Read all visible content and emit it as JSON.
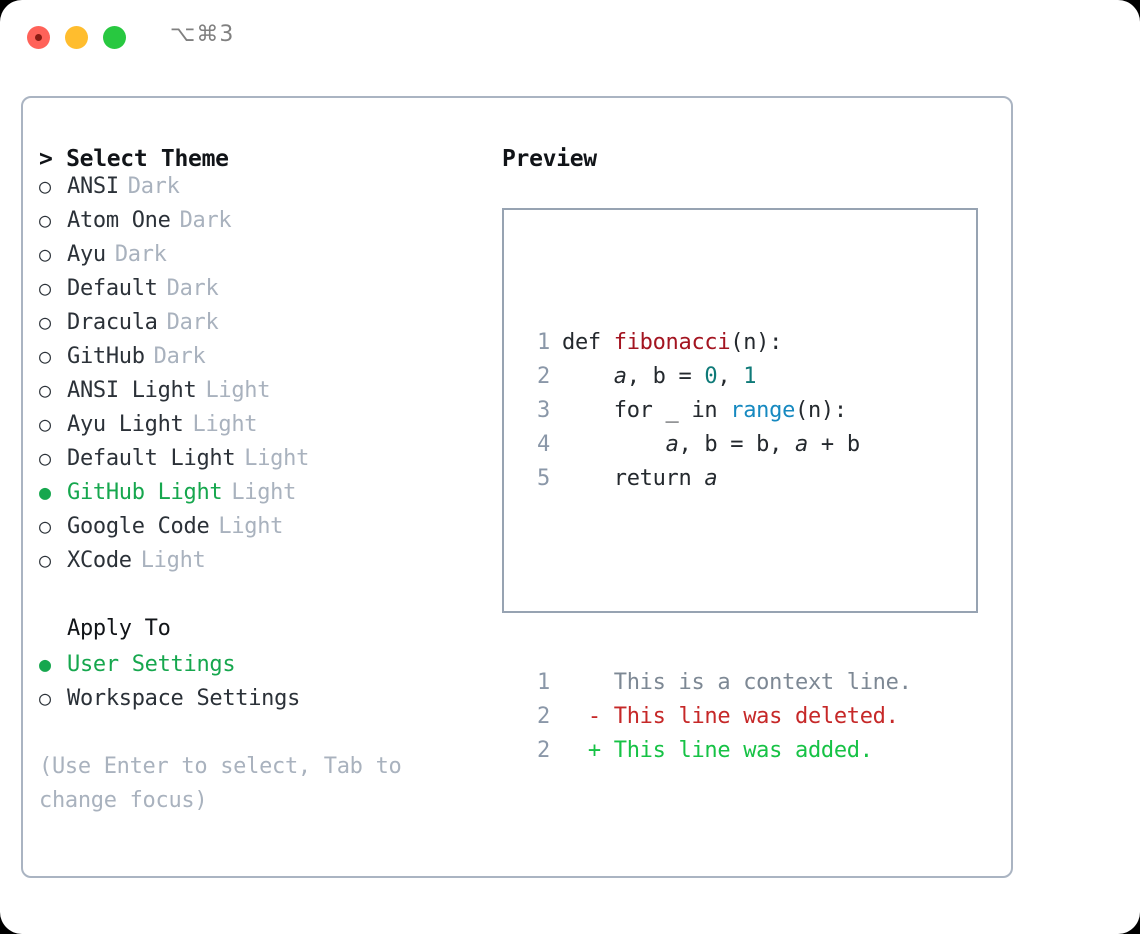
{
  "titlebar": {
    "shortcut": "⌥⌘3",
    "lights": [
      "close-red",
      "minimize-yellow",
      "zoom-green"
    ]
  },
  "left": {
    "header": "> Select Theme",
    "themes": [
      {
        "bullet": "○",
        "selected": false,
        "label": "ANSI",
        "tag": "Dark"
      },
      {
        "bullet": "○",
        "selected": false,
        "label": "Atom One",
        "tag": "Dark"
      },
      {
        "bullet": "○",
        "selected": false,
        "label": "Ayu",
        "tag": "Dark"
      },
      {
        "bullet": "○",
        "selected": false,
        "label": "Default",
        "tag": "Dark"
      },
      {
        "bullet": "○",
        "selected": false,
        "label": "Dracula",
        "tag": "Dark"
      },
      {
        "bullet": "○",
        "selected": false,
        "label": "GitHub",
        "tag": "Dark"
      },
      {
        "bullet": "○",
        "selected": false,
        "label": "ANSI Light",
        "tag": "Light"
      },
      {
        "bullet": "○",
        "selected": false,
        "label": "Ayu Light",
        "tag": "Light"
      },
      {
        "bullet": "○",
        "selected": false,
        "label": "Default Light",
        "tag": "Light"
      },
      {
        "bullet": "●",
        "selected": true,
        "label": "GitHub Light",
        "tag": "Light"
      },
      {
        "bullet": "○",
        "selected": false,
        "label": "Google Code",
        "tag": "Light"
      },
      {
        "bullet": "○",
        "selected": false,
        "label": "XCode",
        "tag": "Light"
      }
    ],
    "apply_to_header": "Apply To",
    "apply_to": [
      {
        "bullet": "●",
        "selected": true,
        "label": "User Settings"
      },
      {
        "bullet": "○",
        "selected": false,
        "label": "Workspace Settings"
      }
    ],
    "hint": "(Use Enter to select, Tab to change focus)"
  },
  "right": {
    "header": "Preview",
    "code_lines": [
      {
        "no": "1",
        "parts": [
          {
            "t": "def ",
            "c": "plain"
          },
          {
            "t": "fibonacci",
            "c": "fn"
          },
          {
            "t": "(n):",
            "c": "plain"
          }
        ]
      },
      {
        "no": "2",
        "parts": [
          {
            "t": "    ",
            "c": "plain"
          },
          {
            "t": "a",
            "c": "ital"
          },
          {
            "t": ", b = ",
            "c": "plain"
          },
          {
            "t": "0",
            "c": "num"
          },
          {
            "t": ", ",
            "c": "plain"
          },
          {
            "t": "1",
            "c": "num"
          }
        ]
      },
      {
        "no": "3",
        "parts": [
          {
            "t": "    for _ in ",
            "c": "plain"
          },
          {
            "t": "range",
            "c": "call"
          },
          {
            "t": "(n):",
            "c": "plain"
          }
        ]
      },
      {
        "no": "4",
        "parts": [
          {
            "t": "        ",
            "c": "plain"
          },
          {
            "t": "a",
            "c": "ital"
          },
          {
            "t": ", b = b, ",
            "c": "plain"
          },
          {
            "t": "a",
            "c": "ital"
          },
          {
            "t": " + b",
            "c": "plain"
          }
        ]
      },
      {
        "no": "5",
        "parts": [
          {
            "t": "    return ",
            "c": "plain"
          },
          {
            "t": "a",
            "c": "ital"
          }
        ]
      }
    ],
    "diff_lines": [
      {
        "no": "1",
        "marker": " ",
        "text": "This is a context line.",
        "kind": "ctx"
      },
      {
        "no": "2",
        "marker": "-",
        "text": "This line was deleted.",
        "kind": "del"
      },
      {
        "no": "2",
        "marker": "+",
        "text": "This line was added.",
        "kind": "add"
      }
    ]
  },
  "colors": {
    "accent_green": "#16a74e",
    "diff_add": "#16c245",
    "diff_delete": "#c62828",
    "muted": "#a9b2be",
    "border": "#aab4c2",
    "preview_border": "#97a3b2",
    "token_function": "#a31420",
    "token_number": "#0f7a78",
    "token_call": "#1689c0",
    "line_number": "#8a97a8"
  }
}
